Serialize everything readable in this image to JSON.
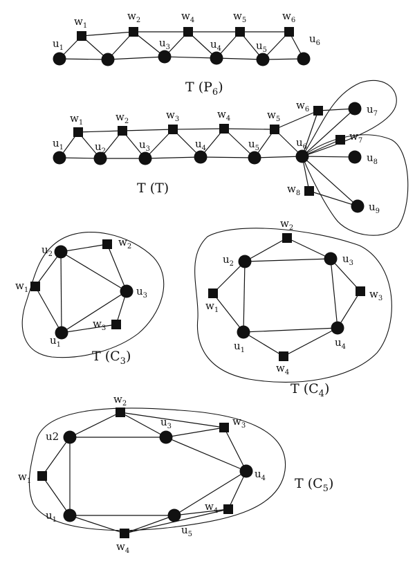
{
  "colors": {
    "ink": "#111111",
    "background": "#ffffff"
  },
  "diagrams": [
    {
      "caption": {
        "base": "T (P",
        "sub": "6",
        "close": ")"
      },
      "vertices": [
        {
          "id": "u1",
          "shape": "circle",
          "label": {
            "base": "u",
            "sub": "1"
          }
        },
        {
          "id": "u2",
          "shape": "circle",
          "label": {
            "base": "",
            "sub": ""
          }
        },
        {
          "id": "u3",
          "shape": "circle",
          "label": {
            "base": "u",
            "sub": "3"
          }
        },
        {
          "id": "u4",
          "shape": "circle",
          "label": {
            "base": "u",
            "sub": "4"
          }
        },
        {
          "id": "u5",
          "shape": "circle",
          "label": {
            "base": "u",
            "sub": "5"
          }
        },
        {
          "id": "u6",
          "shape": "circle",
          "label": {
            "base": "u",
            "sub": "6"
          }
        },
        {
          "id": "w1",
          "shape": "square",
          "label": {
            "base": "w",
            "sub": "1"
          }
        },
        {
          "id": "w2",
          "shape": "square",
          "label": {
            "base": "w",
            "sub": "2"
          }
        },
        {
          "id": "w4",
          "shape": "square",
          "label": {
            "base": "w",
            "sub": "4"
          }
        },
        {
          "id": "w5",
          "shape": "square",
          "label": {
            "base": "w",
            "sub": "5"
          }
        },
        {
          "id": "w6",
          "shape": "square",
          "label": {
            "base": "w",
            "sub": "6"
          }
        }
      ],
      "edges": [
        [
          "u1",
          "u2"
        ],
        [
          "u2",
          "u3"
        ],
        [
          "u3",
          "u4"
        ],
        [
          "u4",
          "u5"
        ],
        [
          "u5",
          "u6"
        ],
        [
          "w1",
          "w2"
        ],
        [
          "w2",
          "w4"
        ],
        [
          "w4",
          "w5"
        ],
        [
          "w5",
          "w6"
        ],
        [
          "u1",
          "w1"
        ],
        [
          "w1",
          "u2"
        ],
        [
          "u2",
          "w2"
        ],
        [
          "w2",
          "u3"
        ],
        [
          "u3",
          "w4"
        ],
        [
          "w4",
          "u4"
        ],
        [
          "u4",
          "w5"
        ],
        [
          "w5",
          "u5"
        ],
        [
          "u5",
          "w6"
        ],
        [
          "w6",
          "u6"
        ]
      ]
    },
    {
      "caption": {
        "base": "T (T)",
        "sub": "",
        "close": ""
      },
      "vertices": [
        {
          "id": "u1",
          "shape": "circle",
          "label": {
            "base": "u",
            "sub": "1"
          }
        },
        {
          "id": "u2",
          "shape": "circle",
          "label": {
            "base": "u",
            "sub": "2"
          }
        },
        {
          "id": "u3",
          "shape": "circle",
          "label": {
            "base": "u",
            "sub": "3"
          }
        },
        {
          "id": "u4",
          "shape": "circle",
          "label": {
            "base": "u",
            "sub": "4"
          }
        },
        {
          "id": "u5",
          "shape": "circle",
          "label": {
            "base": "u",
            "sub": "5"
          }
        },
        {
          "id": "u6",
          "shape": "circle",
          "label": {
            "base": "u",
            "sub": "6"
          }
        },
        {
          "id": "u7",
          "shape": "circle",
          "label": {
            "base": "u",
            "sub": "7"
          }
        },
        {
          "id": "u8",
          "shape": "circle",
          "label": {
            "base": "u",
            "sub": "8"
          }
        },
        {
          "id": "u9",
          "shape": "circle",
          "label": {
            "base": "u",
            "sub": "9"
          }
        },
        {
          "id": "w1",
          "shape": "square",
          "label": {
            "base": "w",
            "sub": "1"
          }
        },
        {
          "id": "w2",
          "shape": "square",
          "label": {
            "base": "w",
            "sub": "2"
          }
        },
        {
          "id": "w3",
          "shape": "square",
          "label": {
            "base": "w",
            "sub": "3"
          }
        },
        {
          "id": "w4",
          "shape": "square",
          "label": {
            "base": "w",
            "sub": "4"
          }
        },
        {
          "id": "w5",
          "shape": "square",
          "label": {
            "base": "w",
            "sub": "5"
          }
        },
        {
          "id": "w6",
          "shape": "square",
          "label": {
            "base": "w",
            "sub": "6"
          }
        },
        {
          "id": "w7",
          "shape": "square",
          "label": {
            "base": "w",
            "sub": "7"
          }
        },
        {
          "id": "w8",
          "shape": "square",
          "label": {
            "base": "w",
            "sub": "8"
          }
        }
      ],
      "edges": [
        [
          "u1",
          "u2"
        ],
        [
          "u2",
          "u3"
        ],
        [
          "u3",
          "u4"
        ],
        [
          "u4",
          "u5"
        ],
        [
          "u5",
          "u6"
        ],
        [
          "w1",
          "w2"
        ],
        [
          "w2",
          "w3"
        ],
        [
          "w3",
          "w4"
        ],
        [
          "w4",
          "w5"
        ],
        [
          "u1",
          "w1"
        ],
        [
          "w1",
          "u2"
        ],
        [
          "u2",
          "w2"
        ],
        [
          "w2",
          "u3"
        ],
        [
          "u3",
          "w3"
        ],
        [
          "w3",
          "u4"
        ],
        [
          "u4",
          "w4"
        ],
        [
          "w4",
          "u5"
        ],
        [
          "u5",
          "w5"
        ],
        [
          "w5",
          "u6"
        ],
        [
          "u6",
          "w6"
        ],
        [
          "w6",
          "u7"
        ],
        [
          "u6",
          "u7"
        ],
        [
          "u6",
          "w7"
        ],
        [
          "u6",
          "u8"
        ],
        [
          "u6",
          "w8"
        ],
        [
          "w8",
          "u9"
        ],
        [
          "u6",
          "u9"
        ],
        [
          "w5",
          "w6"
        ]
      ]
    },
    {
      "caption": {
        "base": "T (C",
        "sub": "3",
        "close": ")"
      },
      "vertices": [
        {
          "id": "u1",
          "shape": "circle",
          "label": {
            "base": "u",
            "sub": "1"
          }
        },
        {
          "id": "u2",
          "shape": "circle",
          "label": {
            "base": "u",
            "sub": "2"
          }
        },
        {
          "id": "u3",
          "shape": "circle",
          "label": {
            "base": "u",
            "sub": "3"
          }
        },
        {
          "id": "w1",
          "shape": "square",
          "label": {
            "base": "w",
            "sub": "1"
          }
        },
        {
          "id": "w2",
          "shape": "square",
          "label": {
            "base": "w",
            "sub": "2"
          }
        },
        {
          "id": "w3",
          "shape": "square",
          "label": {
            "base": "w",
            "sub": "3"
          }
        }
      ],
      "edges": [
        [
          "u1",
          "u2"
        ],
        [
          "u2",
          "u3"
        ],
        [
          "u3",
          "u1"
        ],
        [
          "u2",
          "w2"
        ],
        [
          "w2",
          "u3"
        ],
        [
          "u3",
          "w3"
        ],
        [
          "w3",
          "u1"
        ],
        [
          "u1",
          "w1"
        ],
        [
          "w1",
          "u2"
        ]
      ]
    },
    {
      "caption": {
        "base": "T (C",
        "sub": "4",
        "close": ")"
      },
      "vertices": [
        {
          "id": "u1",
          "shape": "circle",
          "label": {
            "base": "u",
            "sub": "1"
          }
        },
        {
          "id": "u2",
          "shape": "circle",
          "label": {
            "base": "u",
            "sub": "2"
          }
        },
        {
          "id": "u3",
          "shape": "circle",
          "label": {
            "base": "u",
            "sub": "3"
          }
        },
        {
          "id": "u4",
          "shape": "circle",
          "label": {
            "base": "u",
            "sub": "4"
          }
        },
        {
          "id": "w1",
          "shape": "square",
          "label": {
            "base": "w",
            "sub": "1"
          }
        },
        {
          "id": "w2",
          "shape": "square",
          "label": {
            "base": "w",
            "sub": "2"
          }
        },
        {
          "id": "w3",
          "shape": "square",
          "label": {
            "base": "w",
            "sub": "3"
          }
        },
        {
          "id": "w4",
          "shape": "square",
          "label": {
            "base": "w",
            "sub": "4"
          }
        }
      ],
      "edges": [
        [
          "u1",
          "u2"
        ],
        [
          "u2",
          "u3"
        ],
        [
          "u3",
          "u4"
        ],
        [
          "u4",
          "u1"
        ],
        [
          "u2",
          "w2"
        ],
        [
          "w2",
          "u3"
        ],
        [
          "u3",
          "w3"
        ],
        [
          "w3",
          "u4"
        ],
        [
          "u4",
          "w4"
        ],
        [
          "w4",
          "u1"
        ],
        [
          "u1",
          "w1"
        ],
        [
          "w1",
          "u2"
        ]
      ]
    },
    {
      "caption": {
        "base": "T (C",
        "sub": "5",
        "close": ")"
      },
      "vertices": [
        {
          "id": "u1",
          "shape": "circle",
          "label": {
            "base": "u",
            "sub": "1"
          }
        },
        {
          "id": "u2",
          "shape": "circle",
          "label": {
            "base": "u2",
            "sub": ""
          }
        },
        {
          "id": "u3",
          "shape": "circle",
          "label": {
            "base": "u",
            "sub": "3"
          }
        },
        {
          "id": "u4",
          "shape": "circle",
          "label": {
            "base": "u",
            "sub": "4"
          }
        },
        {
          "id": "u5",
          "shape": "circle",
          "label": {
            "base": "u",
            "sub": "5"
          }
        },
        {
          "id": "w1",
          "shape": "square",
          "label": {
            "base": "w",
            "sub": "1"
          }
        },
        {
          "id": "w2",
          "shape": "square",
          "label": {
            "base": "w",
            "sub": "2"
          }
        },
        {
          "id": "w3",
          "shape": "square",
          "label": {
            "base": "w",
            "sub": "3"
          }
        },
        {
          "id": "w4",
          "shape": "square",
          "label": {
            "base": "w",
            "sub": "4"
          }
        },
        {
          "id": "w4b",
          "shape": "square",
          "label": {
            "base": "w",
            "sub": "4"
          }
        }
      ],
      "edges": [
        [
          "u1",
          "u2"
        ],
        [
          "u2",
          "u3"
        ],
        [
          "u3",
          "u4"
        ],
        [
          "u4",
          "u5"
        ],
        [
          "u5",
          "u1"
        ],
        [
          "u2",
          "w2"
        ],
        [
          "w2",
          "u3"
        ],
        [
          "w2",
          "w3"
        ],
        [
          "u3",
          "w3"
        ],
        [
          "w3",
          "u4"
        ],
        [
          "u4",
          "w4"
        ],
        [
          "w4",
          "u5"
        ],
        [
          "w4",
          "w4b"
        ],
        [
          "u5",
          "w4b"
        ],
        [
          "w4b",
          "u1"
        ],
        [
          "u1",
          "w1"
        ],
        [
          "w1",
          "u2"
        ]
      ]
    }
  ]
}
